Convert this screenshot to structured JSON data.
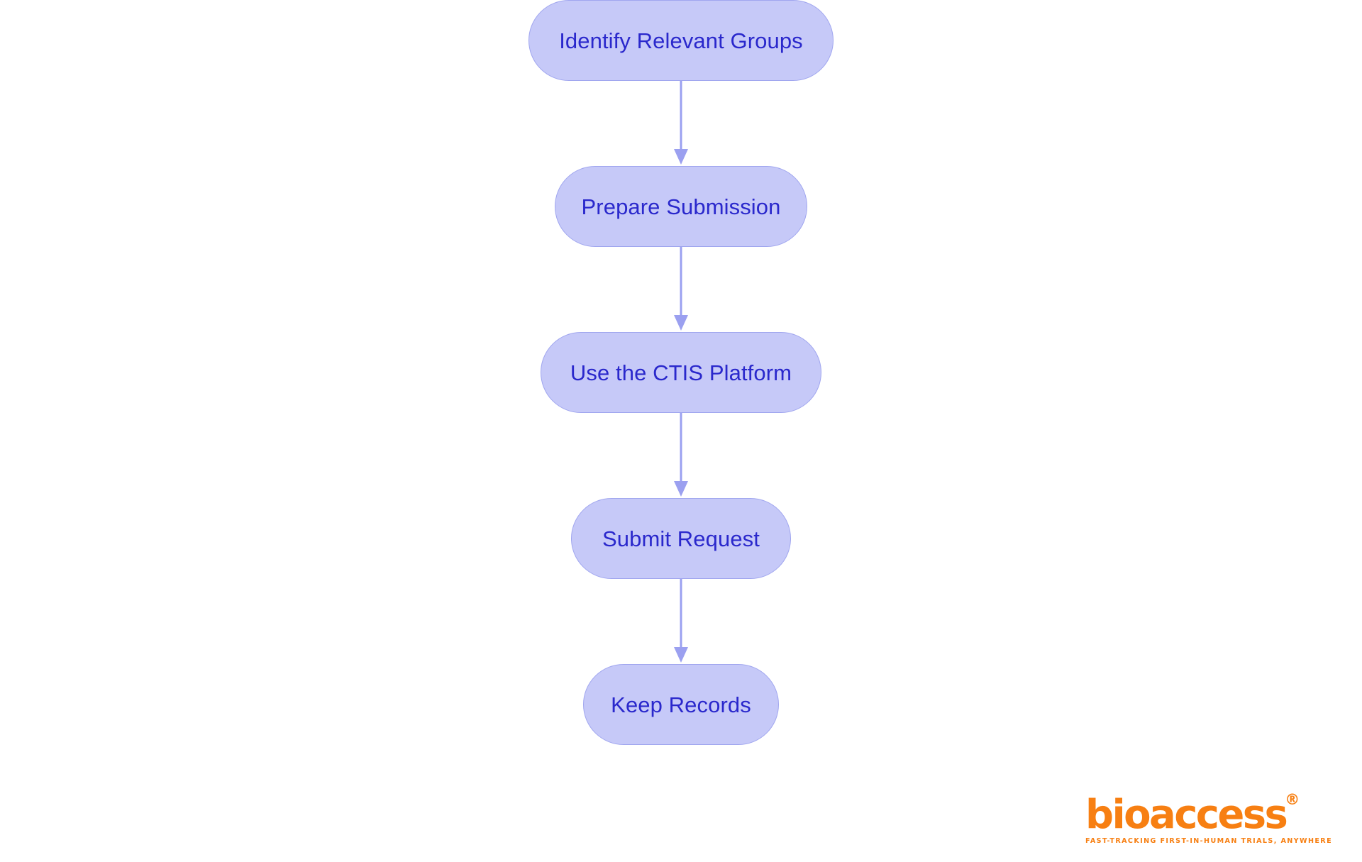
{
  "chart_data": {
    "type": "diagram",
    "diagram_type": "flowchart",
    "orientation": "top-to-bottom",
    "title": "",
    "nodes": [
      {
        "id": "n1",
        "label": "Identify Relevant Groups",
        "shape": "stadium",
        "order": 1
      },
      {
        "id": "n2",
        "label": "Prepare Submission",
        "shape": "stadium",
        "order": 2
      },
      {
        "id": "n3",
        "label": "Use the CTIS Platform",
        "shape": "stadium",
        "order": 3
      },
      {
        "id": "n4",
        "label": "Submit Request",
        "shape": "stadium",
        "order": 4
      },
      {
        "id": "n5",
        "label": "Keep Records",
        "shape": "stadium",
        "order": 5
      }
    ],
    "edges": [
      {
        "from": "n1",
        "to": "n2",
        "label": "",
        "style": "solid-arrow"
      },
      {
        "from": "n2",
        "to": "n3",
        "label": "",
        "style": "solid-arrow"
      },
      {
        "from": "n3",
        "to": "n4",
        "label": "",
        "style": "solid-arrow"
      },
      {
        "from": "n4",
        "to": "n5",
        "label": "",
        "style": "solid-arrow"
      }
    ],
    "colors": {
      "background": "#ffffff",
      "node_fill": "#c6c9f8",
      "node_border": "#a0a6ef",
      "node_text": "#2a28cc",
      "edge": "#9ba0f0",
      "brand_orange": "#f77f12"
    }
  },
  "nodes": [
    {
      "label": "Identify Relevant Groups"
    },
    {
      "label": "Prepare Submission"
    },
    {
      "label": "Use the CTIS Platform"
    },
    {
      "label": "Submit Request"
    },
    {
      "label": "Keep Records"
    }
  ],
  "brand": {
    "wordmark": "bioaccess",
    "registered_mark": "®",
    "tagline": "FAST-TRACKING FIRST-IN-HUMAN TRIALS, ANYWHERE"
  }
}
